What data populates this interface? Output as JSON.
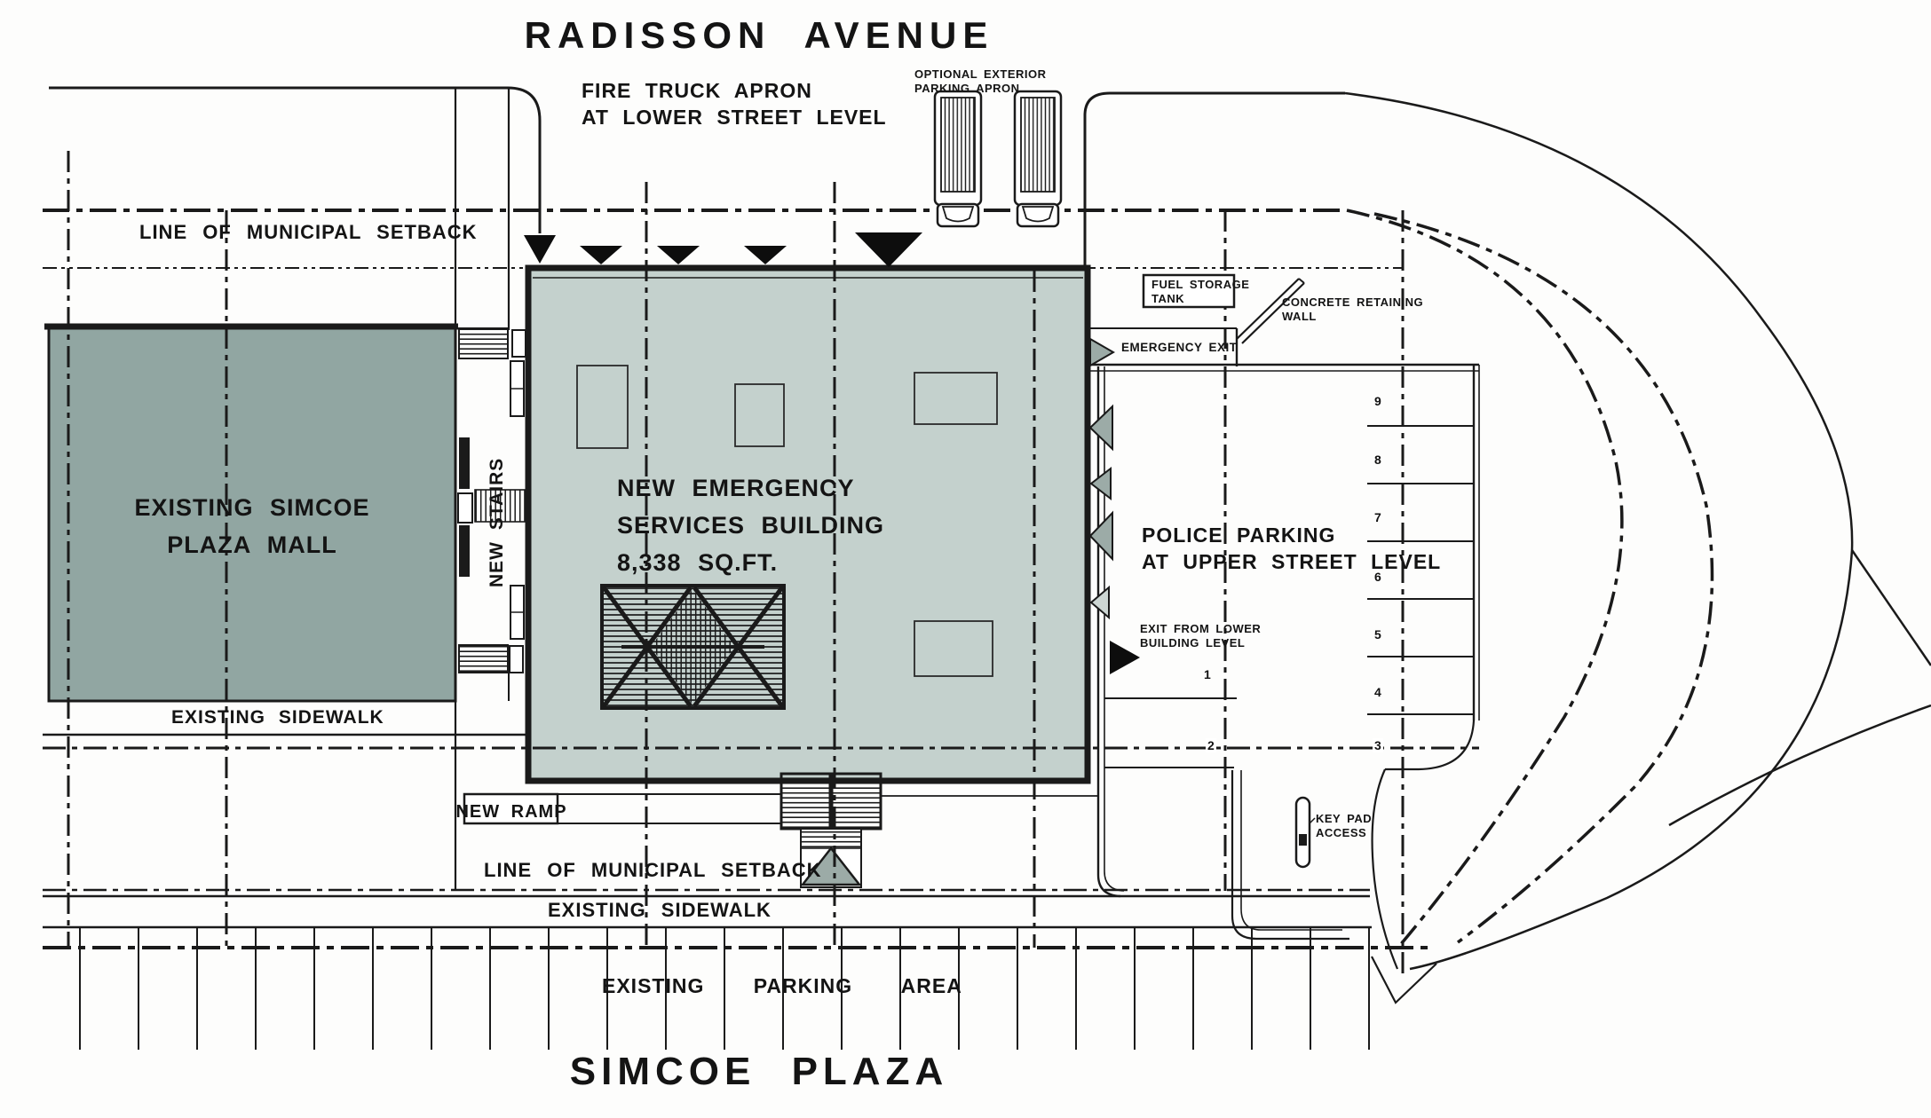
{
  "drawing": {
    "street_top": "RADISSON AVENUE",
    "street_bottom": "SIMCOE PLAZA"
  },
  "labels": {
    "fire_truck_apron": "FIRE TRUCK APRON\nAT LOWER STREET LEVEL",
    "optional_apron": "OPTIONAL EXTERIOR\nPARKING APRON",
    "setback_top": "LINE OF MUNICIPAL SETBACK",
    "mall": "EXISTING SIMCOE\nPLAZA MALL",
    "new_stairs": "NEW STAIRS",
    "building": "NEW EMERGENCY\nSERVICES BUILDING\n8,338 SQ.FT.",
    "fuel_tank": "FUEL STORAGE\nTANK",
    "retaining_wall": "CONCRETE RETAINING\nWALL",
    "emergency_exit": "EMERGENCY EXIT",
    "police_parking": "POLICE PARKING\nAT UPPER STREET LEVEL",
    "exit_lower": "EXIT FROM LOWER\nBUILDING LEVEL",
    "keypad": "KEY PAD\nACCESS",
    "new_ramp": "NEW RAMP",
    "setback_bottom": "LINE OF MUNICIPAL SETBACK",
    "sidewalk_left": "EXISTING SIDEWALK",
    "sidewalk_bottom": "EXISTING SIDEWALK",
    "parking_area": "EXISTING PARKING AREA"
  },
  "parking": {
    "stalls": {
      "s9": "9",
      "s8": "8",
      "s7": "7",
      "s6": "6",
      "s5": "5",
      "s4": "4",
      "s1": "1",
      "s2": "2",
      "s3": "3"
    }
  },
  "colors": {
    "mall": "#91A6A2",
    "building": "#C4D1CD",
    "arrow": "#9CABA7",
    "line": "#1A1A1A"
  }
}
